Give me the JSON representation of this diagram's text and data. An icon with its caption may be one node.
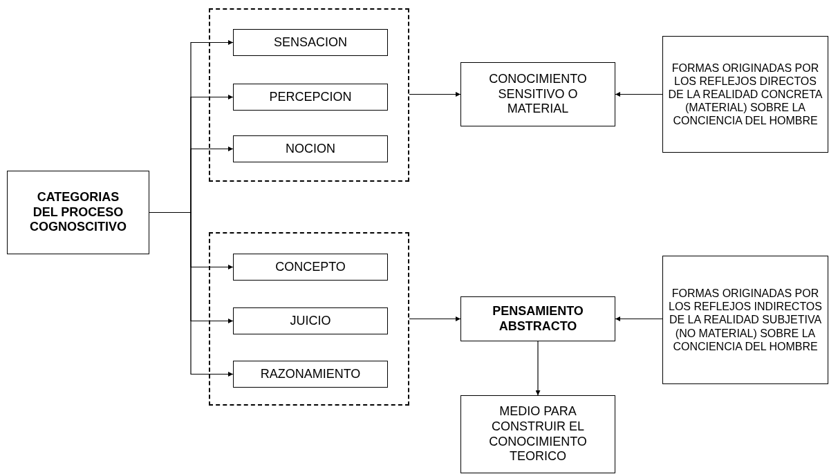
{
  "diagram": {
    "nodes": [
      {
        "text": [
          "CATEGORIAS DEL PROCESO COGNOSCITIVO"
        ]
      },
      {
        "text": [],
        "shape": "box"
      },
      {
        "text": [
          "SENSACION"
        ],
        "in": 1
      },
      {
        "text": [
          "PERCEPCION"
        ],
        "in": 1
      },
      {
        "text": [
          "NOCION"
        ],
        "in": 1
      },
      {
        "text": [],
        "shape": "box"
      },
      {
        "text": [
          "CONCEPTO"
        ],
        "in": 5
      },
      {
        "text": [
          "JUICIO"
        ],
        "in": 5
      },
      {
        "text": [
          "RAZONAMIENTO"
        ],
        "in": 5
      },
      {
        "text": [
          "CONOCIMIENTO SENSITIVO O MATERIAL"
        ]
      },
      {
        "text": [
          "FORMAS ORIGINADAS POR LOS REFLEJOS DIRECTOS DE LA REALIDAD CONCRETA (MATERIAL) SOBRE LA CONCIENCIA DEL HOMBRE"
        ]
      },
      {
        "text": [
          "PENSAMIENTO ABSTRACTO"
        ]
      },
      {
        "text": [
          "FORMAS ORIGINADAS POR LOS REFLEJOS INDIRECTOS DE LA REALIDAD SUBJETIVA (NO MATERIAL) SOBRE LA CONCIENCIA DEL HOMBRE"
        ]
      },
      {
        "text": [
          "MEDIO PARA CONSTRUIR EL CONOCIMIENTO TEORICO"
        ]
      }
    ],
    "edges": [
      {
        "from": 0,
        "to": 2,
        "arrow": "to"
      },
      {
        "from": 0,
        "to": 3,
        "arrow": "to"
      },
      {
        "from": 0,
        "to": 4,
        "arrow": "to"
      },
      {
        "from": 0,
        "to": 6,
        "arrow": "to"
      },
      {
        "from": 0,
        "to": 7,
        "arrow": "to"
      },
      {
        "from": 0,
        "to": 8,
        "arrow": "to"
      },
      {
        "from": 1,
        "to": 9,
        "arrow": "to"
      },
      {
        "from": 10,
        "to": 9,
        "arrow": "to"
      },
      {
        "from": 5,
        "to": 11,
        "arrow": "to"
      },
      {
        "from": 12,
        "to": 11,
        "arrow": "to"
      },
      {
        "from": 11,
        "to": 13,
        "arrow": "to"
      }
    ]
  }
}
